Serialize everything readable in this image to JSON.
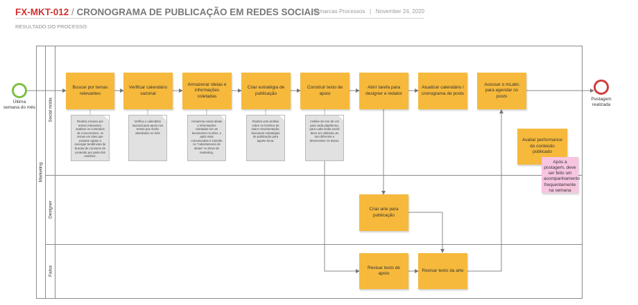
{
  "header": {
    "code": "FX-MKT-012",
    "separator": " / ",
    "title": "CRONOGRAMA DE PUBLICAÇÃO EM REDES SOCIAIS",
    "company": "Farmarcas Processos",
    "divider": "|",
    "date": "November 24, 2020",
    "subtitle": "RESULTADO DO PROCESSO:"
  },
  "pool": {
    "label": "Marketing"
  },
  "lanes": [
    {
      "label": "Social mídia"
    },
    {
      "label": "Designer"
    },
    {
      "label": "Falsa"
    }
  ],
  "start_event": {
    "label_line1": "Última",
    "label_line2": "semana do mês"
  },
  "end_event": {
    "label_line1": "Postagem",
    "label_line2": "realizada"
  },
  "tasks": {
    "t1": "Buscar por temas relevantes",
    "t2": "Verificar calendário sazonal",
    "t3": "Armazenar ideias e informações coletadas",
    "t4": "Criar estratégia de publicação",
    "t5": "Construir texto de apoio",
    "t6": "Abrir tarefa para designer e redator",
    "t7": "Atualizar calendário / cronograma de posts",
    "t8": "Acessar o mLabs para agendar os posts",
    "t9": "Avaliar performance do conteúdo publicado",
    "d1": "Criar arte para publicação",
    "f1": "Revisar texto de apoio",
    "f2": "Revisar texto da arte"
  },
  "notes": {
    "n1": "Realiza a busca por temas relevantes, analisar os conteúdos de concorrentes, os temas em sites que possam ajudar a enxergar tendências de buscas de consumo de conteúdo por parte dos usuários.",
    "n2": "Verifica o calendário sazonal para apoio nos temas que serão abordados no mês",
    "n3": "Armazena essas ideias e informações coletadas em um documento no drive, e após mais comunicadas é inserido no \"cobertamento de ideias\" no Drive de marketing.",
    "n4": "Realiza uma análise sobre os horários de maior movimentação, buscando estratégias de publicação para aquele tema.",
    "n5": "Análise de tom de voz para cada plataforma, para cada mídia social deve ser utilizado um tom diferente e desenvolver os textos."
  },
  "sticky": "Após a postagem, deve ser feito um acompanhamento frequentemente na semana",
  "colors": {
    "task": "#f6b93b",
    "note": "#e1e1e1",
    "sticky": "#f7c5df",
    "start": "#7bc043",
    "end": "#d23c3c",
    "title": "#d0302f"
  }
}
